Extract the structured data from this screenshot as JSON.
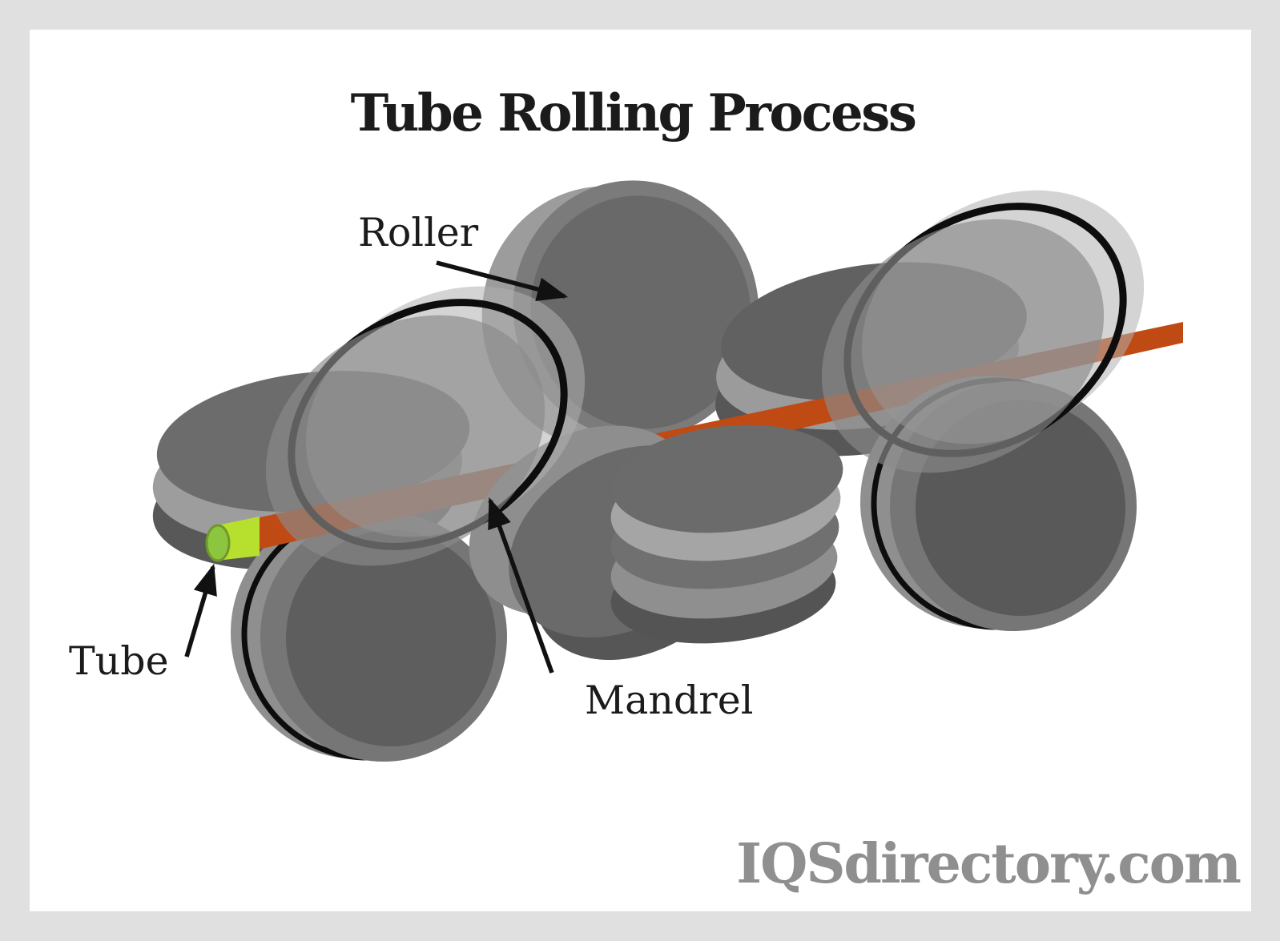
{
  "title": "Tube Rolling Process",
  "labels": {
    "roller": "Roller",
    "tube": "Tube",
    "mandrel": "Mandrel"
  },
  "watermark": "IQSdirectory.com",
  "colors": {
    "frame": "#e0e0e0",
    "background": "#ffffff",
    "text": "#1b1b1b",
    "watermark": "#8f8f8f",
    "mandrel": "#c04a13",
    "tube_body": "#b7df2e",
    "tube_cap": "#8cc63e",
    "tube_cap_edge": "#70982c",
    "roller_face": "#6b6b6b",
    "roller_rim_light": "#9b9b9b",
    "roller_side_dark": "#575757",
    "groove": "#0d0d0d"
  }
}
